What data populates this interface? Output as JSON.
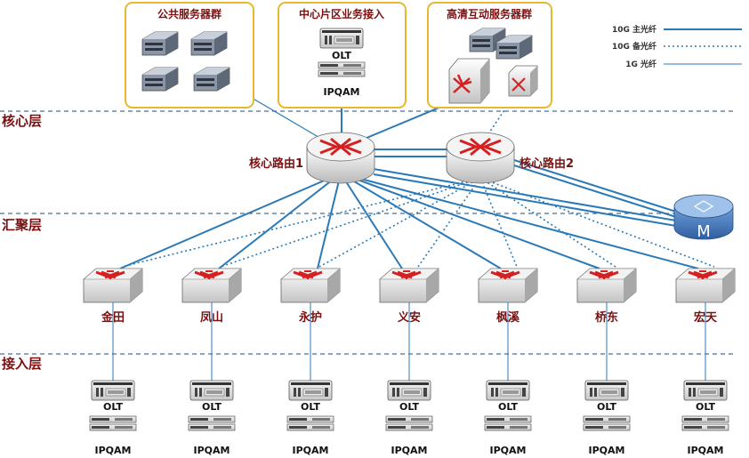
{
  "layers": {
    "core": "核心层",
    "aggregation": "汇聚层",
    "access": "接入层"
  },
  "groups": {
    "public": "公共服务器群",
    "center": "中心片区业务接入",
    "hd": "高清互动服务器群"
  },
  "center_devices": {
    "olt": "OLT",
    "ipqam": "IPQAM"
  },
  "routers": {
    "core1": "核心路由1",
    "core2": "核心路由2"
  },
  "sites": [
    "金田",
    "凤山",
    "永护",
    "义安",
    "枫溪",
    "桥东",
    "宏天"
  ],
  "access_devices": {
    "olt": "OLT",
    "ipqam": "IPQAM"
  },
  "legend": {
    "main": "10G 主光纤",
    "backup": "10G 备光纤",
    "g1": "1G 光纤"
  },
  "colors": {
    "link": "#2b7ab8",
    "group_border": "#e8b830",
    "layer_line": "#4a6f96",
    "label": "#7a1010"
  },
  "icons": {
    "router": "core-router-icon",
    "switch": "aggregation-switch-icon",
    "server": "server-icon",
    "olt": "olt-device-icon",
    "ipqam": "ipqam-device-icon",
    "m_device": "m-device-icon"
  }
}
